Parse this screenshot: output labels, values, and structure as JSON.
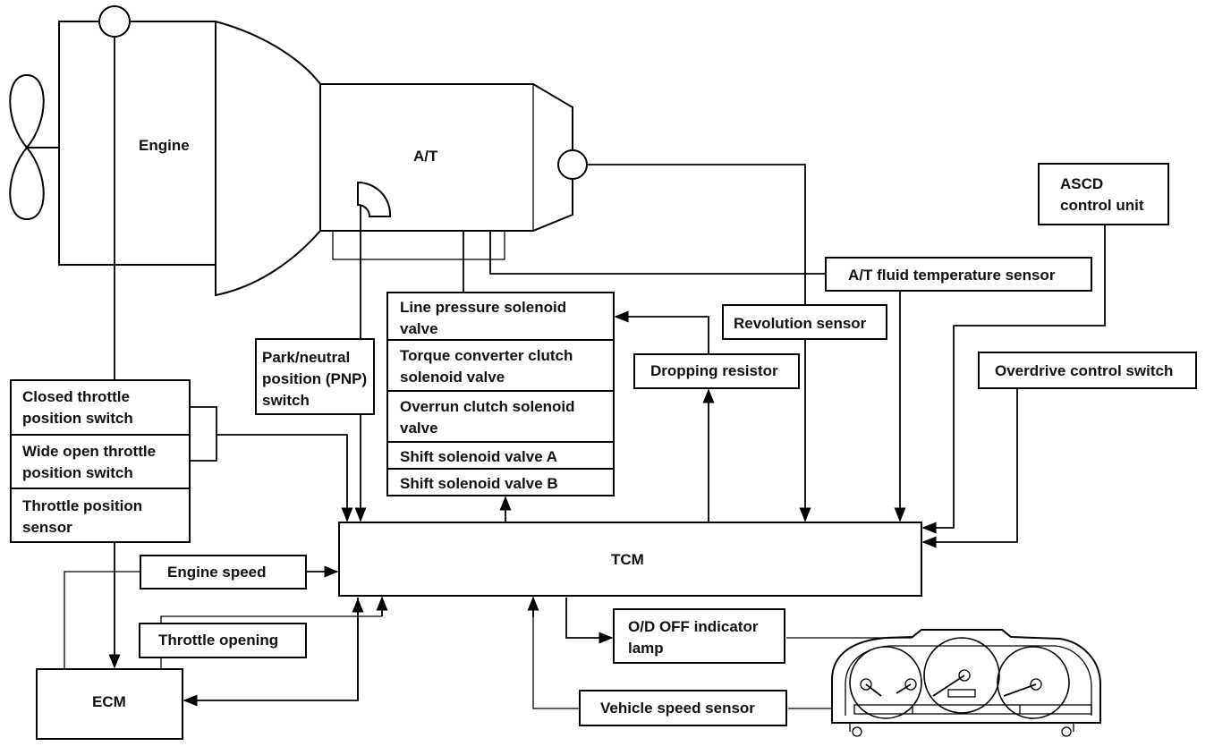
{
  "components": {
    "engine": "Engine",
    "at": "A/T",
    "tcm": "TCM",
    "ecm": "ECM",
    "ascd": [
      "ASCD",
      "control unit"
    ],
    "at_fluid_temp_sensor": "A/T fluid temperature sensor",
    "revolution_sensor": "Revolution sensor",
    "dropping_resistor": "Dropping resistor",
    "overdrive_control_switch": "Overdrive control switch",
    "pnp_switch": [
      "Park/neutral",
      "position (PNP)",
      "switch"
    ],
    "engine_speed": "Engine speed",
    "throttle_opening": "Throttle opening",
    "od_off_lamp": [
      "O/D OFF indicator",
      "lamp"
    ],
    "vehicle_speed_sensor": "Vehicle speed sensor"
  },
  "throttle_group": [
    [
      "Closed throttle",
      "position switch"
    ],
    [
      "Wide open throttle",
      "position switch"
    ],
    [
      "Throttle position",
      "sensor"
    ]
  ],
  "solenoid_group": [
    [
      "Line pressure solenoid",
      "valve"
    ],
    [
      "Torque converter clutch",
      "solenoid valve"
    ],
    [
      "Overrun clutch solenoid",
      "valve"
    ],
    [
      "Shift solenoid valve A"
    ],
    [
      "Shift solenoid valve B"
    ]
  ],
  "icons": {
    "fan": "cooling-fan",
    "cluster": "instrument-cluster"
  }
}
